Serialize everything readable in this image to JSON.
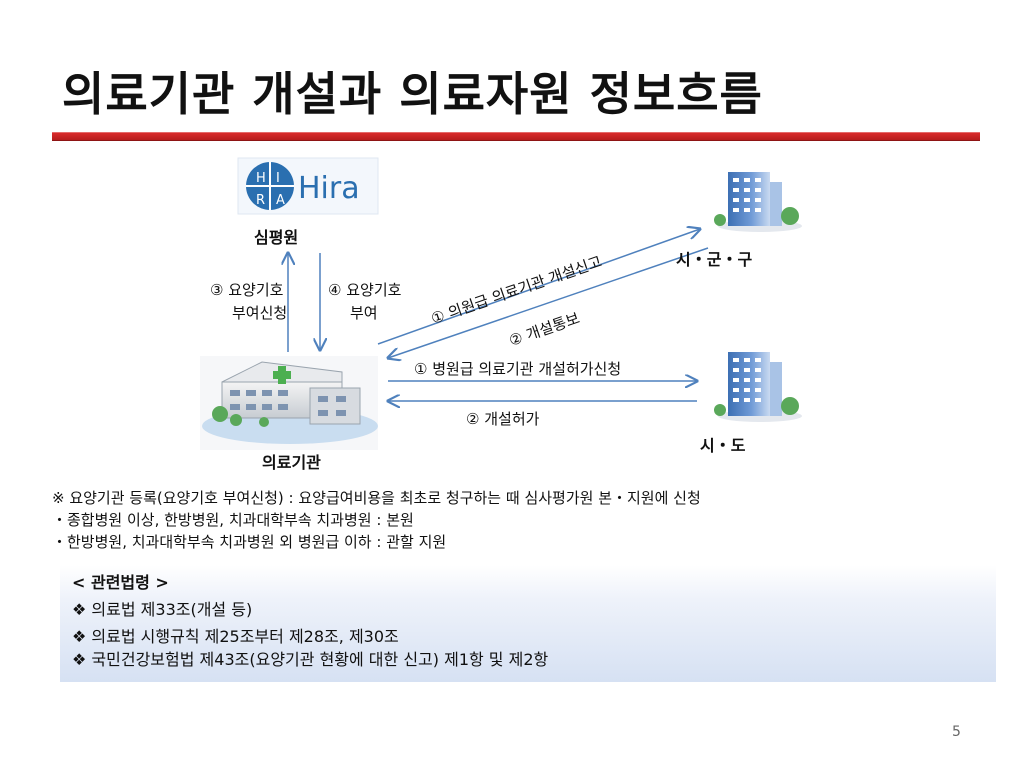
{
  "title": "의료기관 개설과 의료자원 정보흐름",
  "logo": {
    "text": "Hira",
    "letters": [
      "H",
      "I",
      "R",
      "A"
    ]
  },
  "nodes": {
    "hira": "심평원",
    "sigungu": "시・군・구",
    "sido": "시・도",
    "hospital": "의료기관"
  },
  "arrows": {
    "apply_code_line1": "③ 요양기호",
    "apply_code_line2": "부여신청",
    "grant_code_line1": "④ 요양기호",
    "grant_code_line2": "부여",
    "clinic_report": "① 의원급 의료기관 개설신고",
    "open_notice": "② 개설통보",
    "hospital_permit_apply": "① 병원급 의료기관 개설허가신청",
    "open_permit": "② 개설허가"
  },
  "notes": [
    "※ 요양기관 등록(요양기호 부여신청) : 요양급여비용을 최초로 청구하는 때 심사평가원 본・지원에 신청",
    "・종합병원 이상, 한방병원, 치과대학부속 치과병원 : 본원",
    "・한방병원, 치과대학부속 치과병원 외 병원급 이하 : 관할 지원"
  ],
  "laws": {
    "header": "< 관련법령 >",
    "items": [
      "❖ 의료법 제33조(개설 등)",
      "❖ 의료법 시행규칙 제25조부터 제28조, 제30조",
      "❖ 국민건강보험법 제43조(요양기관 현황에 대한 신고) 제1항 및 제2항"
    ]
  },
  "page_number": "5",
  "colors": {
    "accent_red": "#c62828",
    "arrow_blue": "#4f81bd",
    "logo_blue": "#2a6fb0"
  }
}
